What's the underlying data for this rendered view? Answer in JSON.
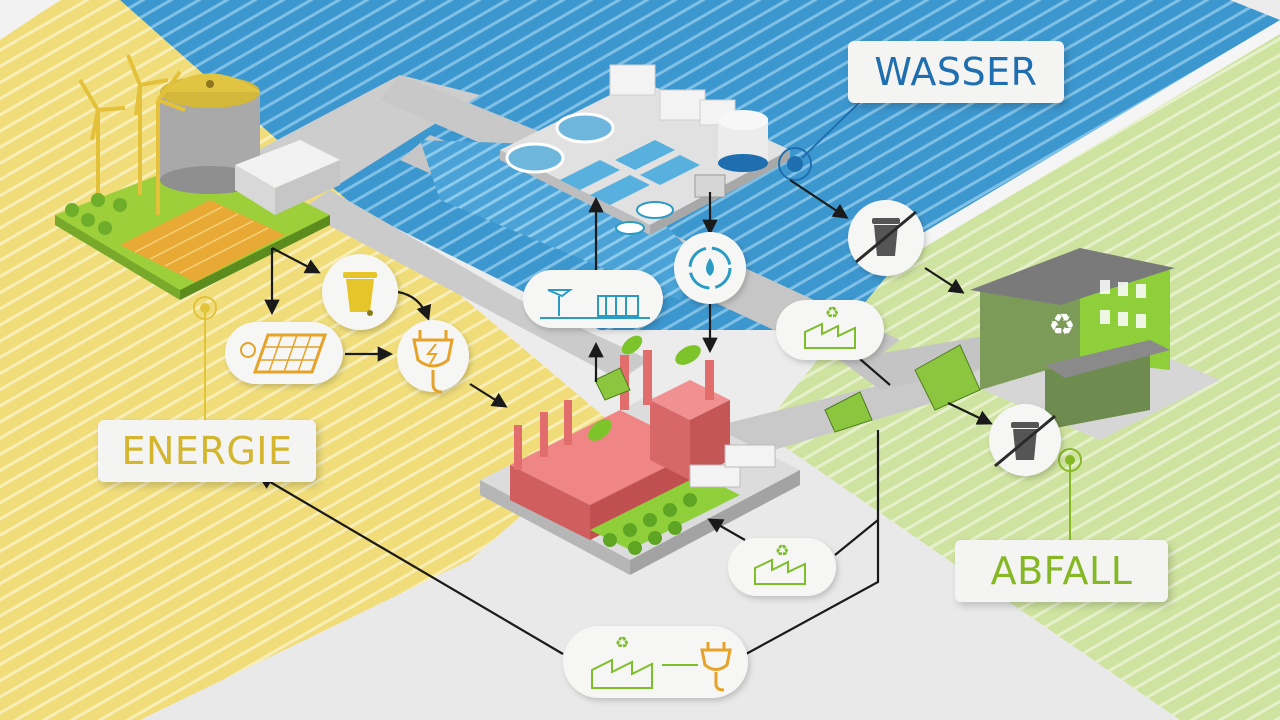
{
  "labels": {
    "water": "WASSER",
    "energy": "ENERGIE",
    "waste": "ABFALL"
  },
  "colors": {
    "water": "#3d97cf",
    "water_label": "#1f6fb0",
    "energy": "#f0dd7a",
    "energy_label": "#d3b52e",
    "waste": "#cfe3a0",
    "waste_label": "#86b826",
    "industry": "#e86f6f",
    "road": "#c7c7c7",
    "flow_arrow": "#1a1a1a",
    "icon_orange": "#e6a32b",
    "icon_green": "#7dbf2a",
    "icon_blue": "#2a9bc4"
  },
  "icons": [
    "wind-turbine-icon",
    "biogas-tank-icon",
    "solar-panel-icon",
    "waste-bin-icon",
    "power-plug-icon",
    "water-treatment-plant-icon",
    "water-cycle-icon",
    "recycling-factory-icon",
    "crossed-out-bin-icon",
    "factory-icon",
    "recycling-hall-icon",
    "garbage-truck-icon"
  ]
}
